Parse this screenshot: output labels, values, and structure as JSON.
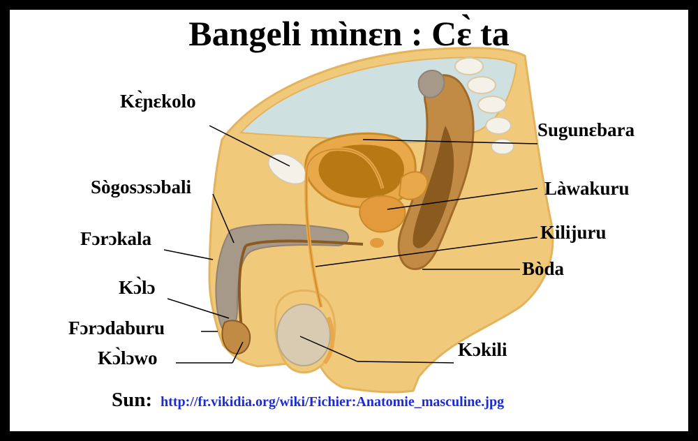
{
  "title": "Bangeli mìnɛn : Cɛ̀ ta",
  "labels": {
    "kenekolo": "Kɛ̀ɲɛkolo",
    "sugunebara": "Sugunɛbara",
    "sogososobali": "Sògosɔsɔbali",
    "lawakuru": "Làwakuru",
    "forokala": "Fɔrɔkala",
    "kilijuru": "Kilijuru",
    "boda": "Bòda",
    "kolo": "Kɔ̀lɔ",
    "forodaburu": "Fɔrɔdaburu",
    "kolowo": "Kɔ̀lɔwo",
    "kokili": "Kɔkili"
  },
  "source": {
    "prefix": "Sun:",
    "url": "http://fr.vikidia.org/wiki/Fichier:Anatomie_masculine.jpg"
  },
  "colors": {
    "skin": "#f0c97a",
    "skin_dark": "#e3b35e",
    "bladder": "#b87914",
    "bladder_rim": "#e9a94b",
    "intestine": "#8a5a1e",
    "intestine_light": "#c28b45",
    "cavity": "#cfe0e0",
    "bone": "#f3f1e8",
    "corpus": "#a7998a",
    "testis": "#d8cbb2",
    "link": "#1a2cd8"
  }
}
